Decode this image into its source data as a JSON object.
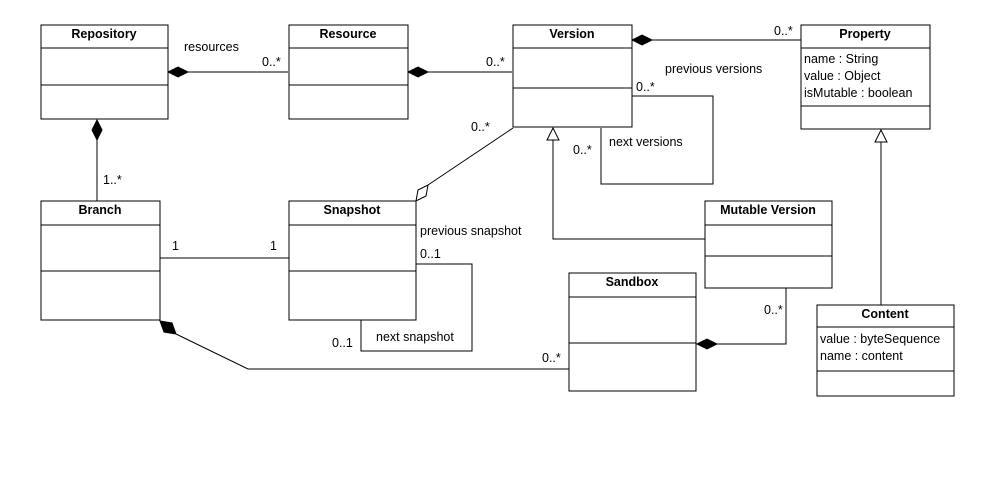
{
  "classes": {
    "repository": {
      "name": "Repository",
      "attributes": []
    },
    "resource": {
      "name": "Resource",
      "attributes": []
    },
    "version": {
      "name": "Version",
      "attributes": []
    },
    "property": {
      "name": "Property",
      "attributes": [
        "name : String",
        "value : Object",
        "isMutable : boolean"
      ]
    },
    "branch": {
      "name": "Branch",
      "attributes": []
    },
    "snapshot": {
      "name": "Snapshot",
      "attributes": []
    },
    "mutable_version": {
      "name": "Mutable Version",
      "attributes": []
    },
    "sandbox": {
      "name": "Sandbox",
      "attributes": []
    },
    "content": {
      "name": "Content",
      "attributes": [
        "value : byteSequence",
        "name : content"
      ]
    }
  },
  "associations": {
    "repo_resource": {
      "role": "resources",
      "target_mult": "0..*"
    },
    "resource_version": {
      "target_mult": "0..*"
    },
    "version_property": {
      "target_mult": "0..*"
    },
    "repo_branch": {
      "target_mult": "1..*"
    },
    "version_snapshot": {
      "source_mult": "0..*"
    },
    "version_self": {
      "role_previous": "previous versions",
      "role_next": "next versions",
      "mult_previous": "0..*",
      "mult_next": "0..*"
    },
    "branch_snapshot": {
      "source_mult": "1",
      "target_mult": "1"
    },
    "snapshot_self": {
      "role_previous": "previous snapshot",
      "role_next": "next snapshot",
      "mult_previous": "0..1",
      "mult_next": "0..1"
    },
    "mutable_sandbox": {
      "target_mult": "0..*"
    },
    "branch_sandbox": {
      "target_mult": "0..*"
    }
  }
}
